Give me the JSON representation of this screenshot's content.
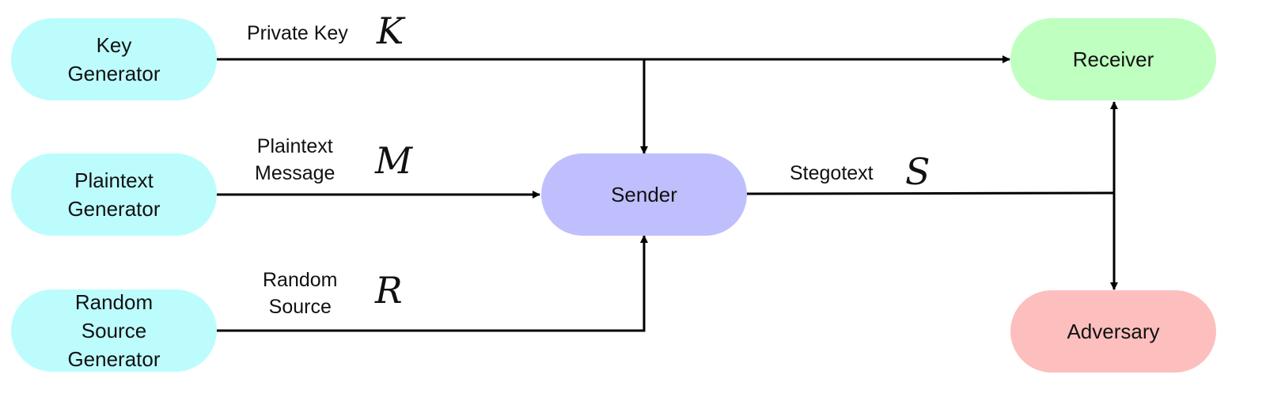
{
  "colors": {
    "generator": "#bdfcfd",
    "sender": "#c0bffd",
    "receiver": "#bfffc0",
    "adversary": "#fcbfbe",
    "edge": "#000000"
  },
  "nodes": {
    "key_generator": "Key\nGenerator",
    "plaintext_generator": "Plaintext\nGenerator",
    "random_source_generator": "Random\nSource\nGenerator",
    "sender": "Sender",
    "receiver": "Receiver",
    "adversary": "Adversary"
  },
  "edges": {
    "private_key": {
      "label": "Private Key",
      "symbol": "K"
    },
    "plaintext_message": {
      "label": "Plaintext\nMessage",
      "symbol": "M"
    },
    "random_source": {
      "label": "Random\nSource",
      "symbol": "R"
    },
    "stegotext": {
      "label": "Stegotext",
      "symbol": "S"
    }
  }
}
